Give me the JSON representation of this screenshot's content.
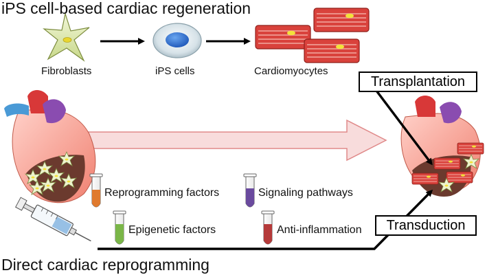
{
  "top_title": "iPS cell-based cardiac regeneration",
  "bottom_title": "Direct cardiac reprogramming",
  "cells": {
    "fibroblasts": "Fibroblasts",
    "ips": "iPS cells",
    "cardiomyocytes": "Cardiomyocytes"
  },
  "boxes": {
    "transplantation": "Transplantation",
    "transduction": "Transduction"
  },
  "factors": {
    "reprogramming": "Reprogramming factors",
    "signaling": "Signaling pathways",
    "epigenetic": "Epigenetic factors",
    "anti_inflammation": "Anti-inflammation"
  },
  "colors": {
    "tube_reprogramming": "#e07a2e",
    "tube_signaling": "#6a4a9e",
    "tube_epigenetic": "#7ab648",
    "tube_anti_inflammation": "#b53a3a",
    "cardiomyocyte": "#d9423c",
    "big_arrow_fill": "#f8dcdc",
    "big_arrow_stroke": "#e08a8a"
  }
}
